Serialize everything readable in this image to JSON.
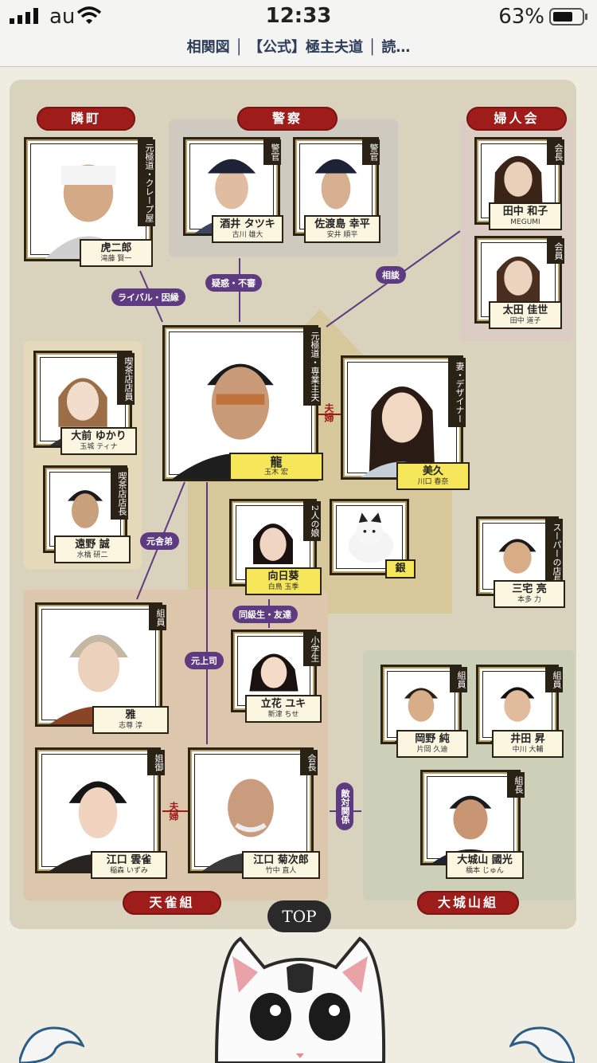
{
  "status": {
    "carrier": "au",
    "time": "12:33",
    "battery": "63%"
  },
  "title": "相関図 │ 【公式】極主夫道 │ 読…",
  "colors": {
    "banner": "#9e1d1b",
    "relation_line": "#5e3b80",
    "tag_highlight": "#f5e65a"
  },
  "groups": {
    "rinmachi": "隣町",
    "police": "警察",
    "fujinkai": "婦人会",
    "tenjakugumi": "天雀組",
    "ooshiroyamagumi": "大城山組"
  },
  "characters": {
    "toraj": {
      "role": "元極道・クレープ屋",
      "name": "虎二郎",
      "actor": "滝藤 賢一"
    },
    "sakai": {
      "role": "警官",
      "name": "酒井 タツキ",
      "actor": "古川 雄大"
    },
    "sadojima": {
      "role": "警官",
      "name": "佐渡島 幸平",
      "actor": "安井 順平"
    },
    "tanaka": {
      "role": "会長",
      "name": "田中 和子",
      "actor": "MEGUMI"
    },
    "oota": {
      "role": "会員",
      "name": "太田 佳世",
      "actor": "田中 道子"
    },
    "tatsu": {
      "role": "元極道・専業主夫",
      "name": "龍",
      "actor": "玉木 宏"
    },
    "miku": {
      "role": "妻・デザイナー",
      "name": "美久",
      "actor": "川口 春奈"
    },
    "oomae": {
      "role": "喫茶店店員",
      "name": "大前 ゆかり",
      "actor": "玉城 ティナ"
    },
    "toono": {
      "role": "喫茶店店長",
      "name": "遠野 誠",
      "actor": "水橋 研二"
    },
    "mukouhi": {
      "role": "2人の娘",
      "name": "向日葵",
      "actor": "白鳥 玉季"
    },
    "gin": {
      "name": "銀"
    },
    "miyake": {
      "role": "スーパーの店長",
      "name": "三宅 亮",
      "actor": "本多 力"
    },
    "miyabi": {
      "role": "組員",
      "name": "雅",
      "actor": "志尊 淳"
    },
    "tachibana": {
      "role": "小学生",
      "name": "立花 ユキ",
      "actor": "新津 ちせ"
    },
    "okano": {
      "role": "組員",
      "name": "岡野 純",
      "actor": "片岡 久迪"
    },
    "ida": {
      "role": "組員",
      "name": "井田 昇",
      "actor": "中川 大輔"
    },
    "eguchi_u": {
      "role": "姐御",
      "name": "江口 雲雀",
      "actor": "稲森 いずみ"
    },
    "eguchi_k": {
      "role": "会長",
      "name": "江口 菊次郎",
      "actor": "竹中 直人"
    },
    "ooshiroyama": {
      "role": "組長",
      "name": "大城山 國光",
      "actor": "橋本 じゅん"
    }
  },
  "relations": {
    "rival": "ライバル・因縁",
    "suspicion": "疑惑・不審",
    "consult": "相談",
    "couple1": "夫婦",
    "ex_brother": "元舎弟",
    "classmates": "同級生・友達",
    "ex_boss": "元上司",
    "couple2": "夫婦",
    "enemies": "敵対関係"
  },
  "top_button": "TOP"
}
